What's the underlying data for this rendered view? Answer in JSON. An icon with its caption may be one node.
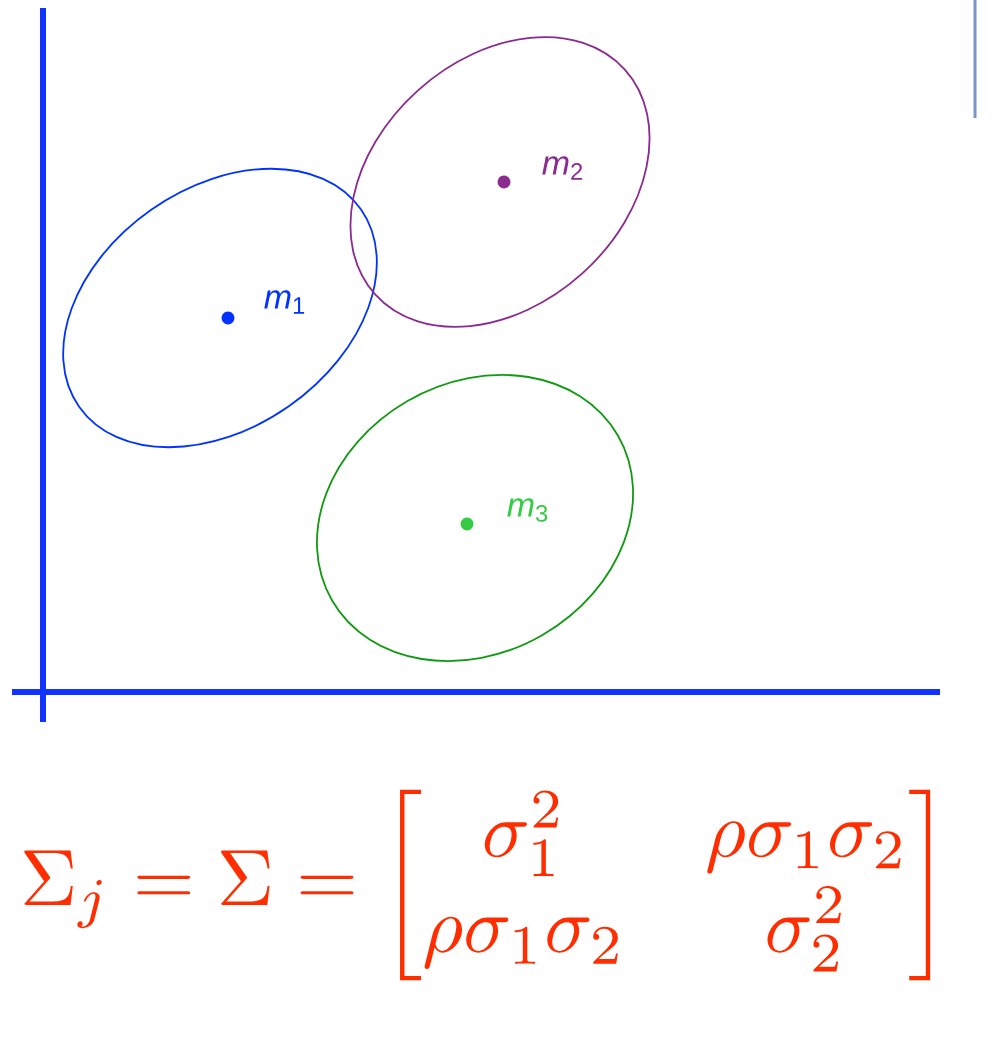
{
  "diagram": {
    "nodes": [
      {
        "text": [
          "*m*$_{1}$"
        ]
      },
      {
        "text": [
          "*m*$_{2}$"
        ]
      },
      {
        "text": [
          "*m*$_{3}$"
        ]
      }
    ],
    "labels": [
      "\\Sigma_j = \\Sigma = \\begin{bmatrix} \\sigma_1^2 & \\rho\\sigma_1\\sigma_2 \\\\ \\rho\\sigma_1\\sigma_2 & \\sigma_2^2 \\end{bmatrix}"
    ]
  }
}
